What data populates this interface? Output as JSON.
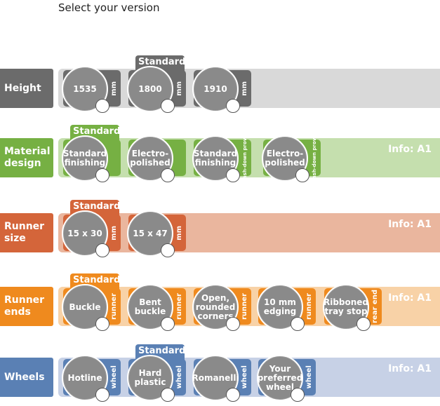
{
  "title": "Select your version",
  "colors": {
    "height": {
      "label": "#6b6b6b",
      "band": "#d9d9d9",
      "opt": "#6b6b6b",
      "badge": "#6b6b6b"
    },
    "material": {
      "label": "#76b043",
      "band": "#c5dfae",
      "opt": "#76b043",
      "badge": "#76b043"
    },
    "runner_size": {
      "label": "#d4653a",
      "band": "#eab69e",
      "opt": "#d4653a",
      "badge": "#d4653a"
    },
    "runner_ends": {
      "label": "#ef8a1e",
      "band": "#f8d2a7",
      "opt": "#ef8a1e",
      "badge": "#ef8a1e"
    },
    "wheels": {
      "label": "#5a80b4",
      "band": "#c7d1e6",
      "opt": "#5a80b4",
      "badge": "#5a80b4"
    }
  },
  "rows": [
    {
      "label": "Height",
      "info": "",
      "options": [
        {
          "text": "1535",
          "unit": "mm",
          "standard": ""
        },
        {
          "text": "1800",
          "unit": "mm",
          "standard": "Standard"
        },
        {
          "text": "1910",
          "unit": "mm",
          "standard": ""
        }
      ]
    },
    {
      "label": "Material design",
      "info": "Info: A1",
      "options": [
        {
          "text": "Standard finishing",
          "unit": "",
          "standard": "Standard"
        },
        {
          "text": "Electro-polished",
          "unit": "",
          "standard": ""
        },
        {
          "text": "Standard finishing",
          "unit": "Wash-down proven",
          "standard": ""
        },
        {
          "text": "Electro-polished",
          "unit": "Wash-down proven",
          "standard": ""
        }
      ]
    },
    {
      "label": "Runner size",
      "info": "Info: A1",
      "options": [
        {
          "text": "15 x 30",
          "unit": "mm",
          "standard": "Standard"
        },
        {
          "text": "15 x 47",
          "unit": "mm",
          "standard": ""
        }
      ]
    },
    {
      "label": "Runner ends",
      "info": "Info: A1",
      "options": [
        {
          "text": "Buckle",
          "unit": "runner",
          "standard": "Standard"
        },
        {
          "text": "Bent buckle",
          "unit": "runner",
          "standard": ""
        },
        {
          "text": "Open, rounded corners",
          "unit": "runner",
          "standard": ""
        },
        {
          "text": "10 mm edging",
          "unit": "runner",
          "standard": ""
        },
        {
          "text": "Ribboned tray stop",
          "unit": "rear end",
          "standard": ""
        }
      ]
    },
    {
      "label": "Wheels",
      "info": "Info: A1",
      "options": [
        {
          "text": "Hotline",
          "unit": "wheel",
          "standard": ""
        },
        {
          "text": "Hard plastic",
          "unit": "wheel",
          "standard": "Standard"
        },
        {
          "text": "Romanelli",
          "unit": "wheel",
          "standard": ""
        },
        {
          "text": "Your preferred wheel",
          "unit": "wheel",
          "standard": ""
        }
      ]
    }
  ]
}
